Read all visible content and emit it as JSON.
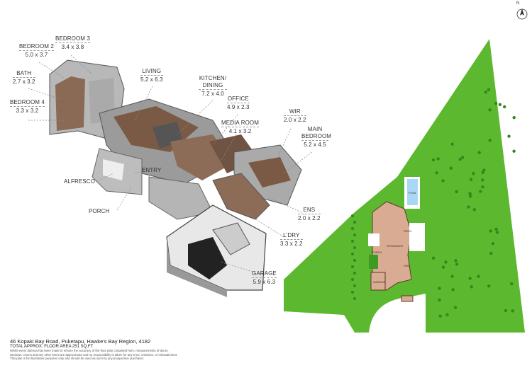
{
  "address": "46 Kopaki Bay Road, Puketapu, Hawke's Bay Region, 4182",
  "total_area": "TOTAL APPROX. FLOOR AREA 251 SQ.FT",
  "disclaimer": [
    "Whilst every attempt has been made to ensure the accuracy of the floor plan contained here, measurements of doors,",
    "windows, rooms and any other items are approximate and no responsibility is taken for any error, omission, or misstatement.",
    "This plan is for illustrative purposes only and should be used as such by any prospective purchaser."
  ],
  "north_label": "N",
  "rooms": [
    {
      "name": "BEDROOM 3",
      "size": "3.4 x 3.8"
    },
    {
      "name": "BEDROOM 2",
      "size": "5.0 x 3.7"
    },
    {
      "name": "BATH",
      "size": "2.7 x 3.2"
    },
    {
      "name": "BEDROOM 4",
      "size": "3.3 x 3.2"
    },
    {
      "name": "LIVING",
      "size": "5.2 x 6.3"
    },
    {
      "name": "KITCHEN/ DINING",
      "size": "7.2 x 4.0"
    },
    {
      "name": "OFFICE",
      "size": "4.9 x 2.3"
    },
    {
      "name": "MEDIA ROOM",
      "size": "4.1 x 3.2"
    },
    {
      "name": "WIR",
      "size": "2.0 x 2.2"
    },
    {
      "name": "MAIN BEDROOM",
      "size": "5.2 x 4.5"
    },
    {
      "name": "ENS",
      "size": "2.0 x 2.2"
    },
    {
      "name": "L'DRY",
      "size": "3.3 x 2.2"
    },
    {
      "name": "GARAGE",
      "size": "5.9 x 6.3"
    }
  ],
  "areas": {
    "entry": "ENTRY",
    "alfresco": "ALFRESCO",
    "porch": "PORCH"
  },
  "site": {
    "pool": "POOL",
    "patio": "PATIO",
    "residence": "RESIDENCE",
    "porch": "PORCH",
    "garage": "GARAGE",
    "spa": "SPA"
  },
  "colors": {
    "lawn": "#5cb82e",
    "building": "#d9ab93",
    "pool": "#a9d8f5",
    "floor_wood": "#7b5a45",
    "floor_grey": "#9c9c9c"
  }
}
